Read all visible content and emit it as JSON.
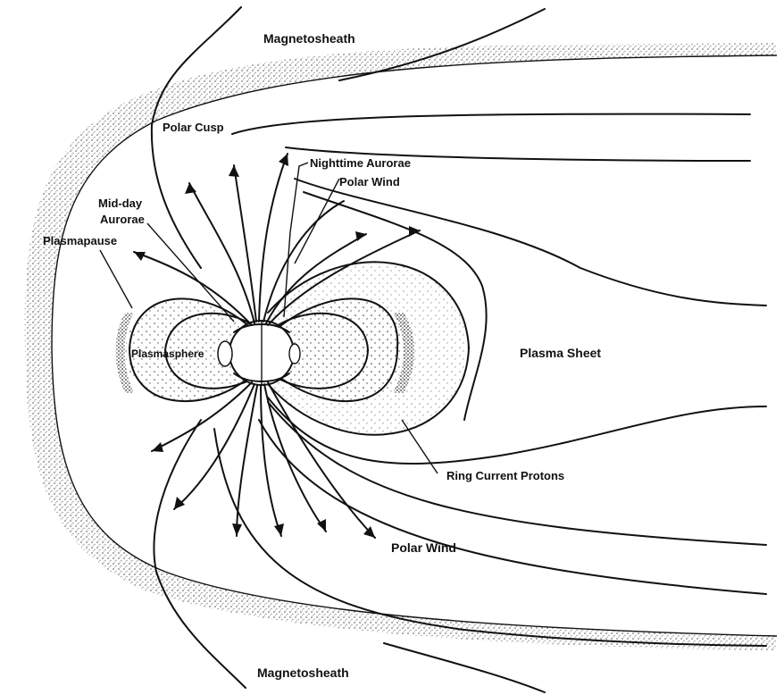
{
  "labels": {
    "magnetosheath_top": "Magnetosheath",
    "magnetosheath_bottom": "Magnetosheath",
    "polar_cusp": "Polar Cusp",
    "nighttime_aurorae": "Nighttime Aurorae",
    "polar_wind_top": "Polar Wind",
    "midday_aurorae_line1": "Mid-day",
    "midday_aurorae_line2": "Aurorae",
    "plasmapause": "Plasmapause",
    "plasmasphere": "Plasmasphere",
    "plasma_sheet": "Plasma Sheet",
    "ring_current_protons": "Ring Current Protons",
    "polar_wind_bottom": "Polar Wind"
  },
  "colors": {
    "ink": "#111111",
    "stipple": "#9a9a9a",
    "background": "#ffffff"
  }
}
